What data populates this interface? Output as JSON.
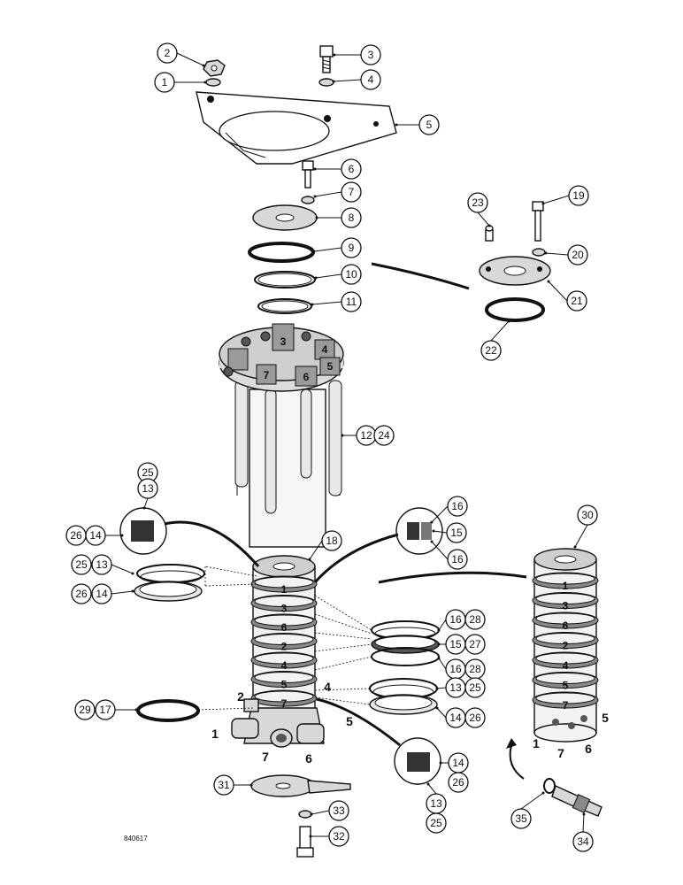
{
  "figure": {
    "code": "840617"
  },
  "callouts": [
    {
      "id": "c1",
      "label": "1"
    },
    {
      "id": "c2",
      "label": "2"
    },
    {
      "id": "c3",
      "label": "3"
    },
    {
      "id": "c4",
      "label": "4"
    },
    {
      "id": "c5",
      "label": "5"
    },
    {
      "id": "c6",
      "label": "6"
    },
    {
      "id": "c7",
      "label": "7"
    },
    {
      "id": "c8",
      "label": "8"
    },
    {
      "id": "c9",
      "label": "9"
    },
    {
      "id": "c10",
      "label": "10"
    },
    {
      "id": "c11",
      "label": "11"
    },
    {
      "id": "c12",
      "label": "12"
    },
    {
      "id": "c24",
      "label": "24"
    },
    {
      "id": "c19",
      "label": "19"
    },
    {
      "id": "c20",
      "label": "20"
    },
    {
      "id": "c21",
      "label": "21"
    },
    {
      "id": "c22",
      "label": "22"
    },
    {
      "id": "c23",
      "label": "23"
    },
    {
      "id": "c18",
      "label": "18"
    },
    {
      "id": "c30",
      "label": "30"
    },
    {
      "id": "c25a",
      "label": "25"
    },
    {
      "id": "c13a",
      "label": "13"
    },
    {
      "id": "c26a",
      "label": "26"
    },
    {
      "id": "c14a",
      "label": "14"
    },
    {
      "id": "c25b",
      "label": "25"
    },
    {
      "id": "c13b",
      "label": "13"
    },
    {
      "id": "c26b",
      "label": "26"
    },
    {
      "id": "c14b",
      "label": "14"
    },
    {
      "id": "c16a",
      "label": "16"
    },
    {
      "id": "c15a",
      "label": "15"
    },
    {
      "id": "c16b",
      "label": "16"
    },
    {
      "id": "c16c",
      "label": "16"
    },
    {
      "id": "c28a",
      "label": "28"
    },
    {
      "id": "c15b",
      "label": "15"
    },
    {
      "id": "c27",
      "label": "27"
    },
    {
      "id": "c16d",
      "label": "16"
    },
    {
      "id": "c28b",
      "label": "28"
    },
    {
      "id": "c13c",
      "label": "13"
    },
    {
      "id": "c25c",
      "label": "25"
    },
    {
      "id": "c14c",
      "label": "14"
    },
    {
      "id": "c26c",
      "label": "26"
    },
    {
      "id": "c29",
      "label": "29"
    },
    {
      "id": "c17",
      "label": "17"
    },
    {
      "id": "c14d",
      "label": "14"
    },
    {
      "id": "c26d",
      "label": "26"
    },
    {
      "id": "c13d",
      "label": "13"
    },
    {
      "id": "c25d",
      "label": "25"
    },
    {
      "id": "c31",
      "label": "31"
    },
    {
      "id": "c33",
      "label": "33"
    },
    {
      "id": "c32",
      "label": "32"
    },
    {
      "id": "c35",
      "label": "35"
    },
    {
      "id": "c34",
      "label": "34"
    }
  ],
  "housing_ports": [
    "3",
    "4",
    "7",
    "6",
    "5"
  ],
  "left_stack_rings": [
    "1",
    "3",
    "6",
    "2",
    "4",
    "5",
    "7"
  ],
  "right_stack_rings": [
    "1",
    "3",
    "6",
    "2",
    "4",
    "5",
    "7"
  ],
  "left_ports": {
    "p2": "2",
    "p4": "4",
    "p1": "1",
    "p5": "5",
    "p7": "7",
    "p6": "6"
  },
  "right_ports": {
    "p5": "5",
    "p1": "1",
    "p7": "7",
    "p6": "6"
  }
}
